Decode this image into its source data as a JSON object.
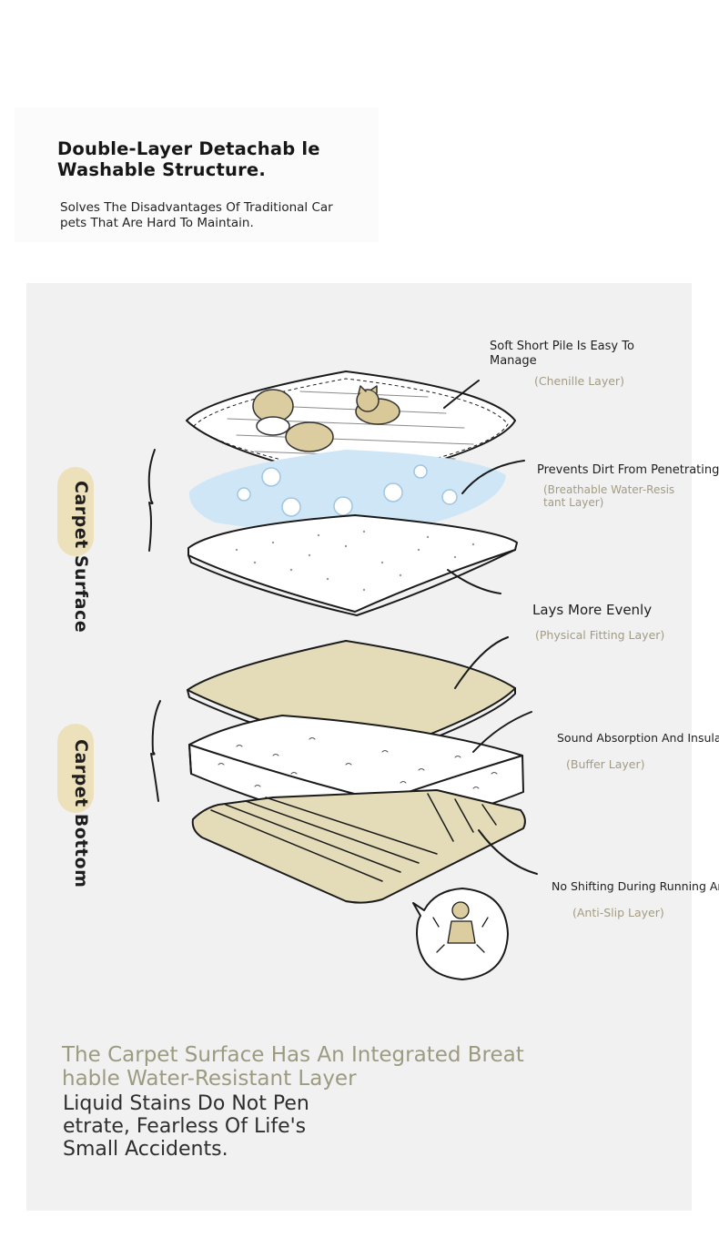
{
  "header": {
    "title": "Double-Layer Detachab le Washable Structure.",
    "subtitle": "Solves The Disadvantages Of Traditional Car pets That Are Hard To Maintain."
  },
  "labels": {
    "surface": "Carpet Surface",
    "bottom": "Carpet Bottom"
  },
  "callouts": [
    {
      "title": "Soft Short Pile Is Easy To Manage",
      "sub": "(Chenille Layer)"
    },
    {
      "title": "Prevents Dirt From Penetrating",
      "sub": "(Breathable Water-Resis tant Layer)"
    },
    {
      "title": "Lays More Evenly",
      "sub": "(Physical Fitting Layer)"
    },
    {
      "title": "Sound Absorption And Insulation",
      "sub": "(Buffer Layer)"
    },
    {
      "title": "No Shifting During Running And",
      "sub": "(Anti-Slip Layer)"
    }
  ],
  "footer": {
    "olive": "The Carpet Surface Has An Integrated Breat hable Water-Resistant Layer",
    "dark": "Liquid Stains Do Not Pen etrate, Fearless Of Life's Small Accidents."
  },
  "colors": {
    "panel": "#f1f1f1",
    "olive_text": "#9c9a80",
    "sub_text": "#a39c83",
    "water_layer": "#cfe6f6",
    "beige_layer": "#e4dcb8",
    "pill": "#ecdfb6"
  }
}
